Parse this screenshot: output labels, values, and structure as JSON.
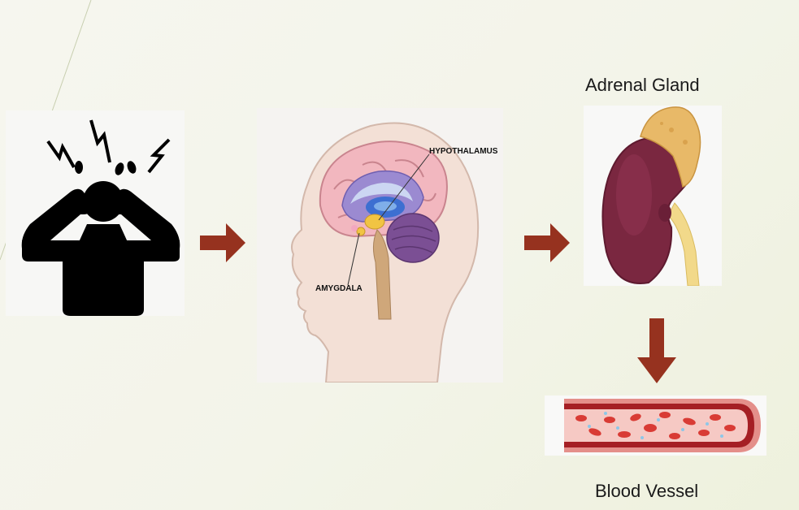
{
  "brain": {
    "hypothalamus_label": "HYPOTHALAMUS",
    "amygdala_label": "AMYGDALA"
  },
  "adrenal": {
    "title": "Adrenal Gland"
  },
  "vessel": {
    "title": "Blood Vessel"
  },
  "colors": {
    "arrow": "#96321f",
    "kidney": "#7a2740",
    "adrenal_tissue": "#e8b968",
    "blood_cell": "#d93b35"
  },
  "icons": [
    "stressed-person-icon",
    "brain-diagram",
    "kidney-adrenal-image",
    "blood-vessel-image",
    "right-arrow-icon",
    "down-arrow-icon"
  ]
}
